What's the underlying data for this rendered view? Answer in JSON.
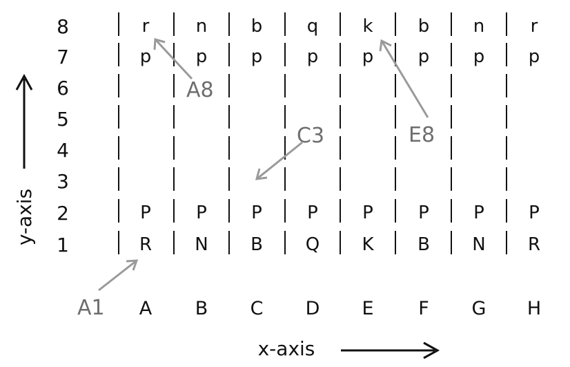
{
  "ranks": [
    "8",
    "7",
    "6",
    "5",
    "4",
    "3",
    "2",
    "1"
  ],
  "files": [
    "A",
    "B",
    "C",
    "D",
    "E",
    "F",
    "G",
    "H"
  ],
  "board": [
    [
      "r",
      "n",
      "b",
      "q",
      "k",
      "b",
      "n",
      "r"
    ],
    [
      "p",
      "p",
      "p",
      "p",
      "p",
      "p",
      "p",
      "p"
    ],
    [
      "",
      "",
      "",
      "",
      "",
      "",
      "",
      ""
    ],
    [
      "",
      "",
      "",
      "",
      "",
      "",
      "",
      ""
    ],
    [
      "",
      "",
      "",
      "",
      "",
      "",
      "",
      ""
    ],
    [
      "",
      "",
      "",
      "",
      "",
      "",
      "",
      ""
    ],
    [
      "P",
      "P",
      "P",
      "P",
      "P",
      "P",
      "P",
      "P"
    ],
    [
      "R",
      "N",
      "B",
      "Q",
      "K",
      "B",
      "N",
      "R"
    ]
  ],
  "axes": {
    "x_label": "x-axis",
    "y_label": "y-axis"
  },
  "callouts": [
    {
      "label": "A8",
      "target_square": "A8"
    },
    {
      "label": "E8",
      "target_square": "E8"
    },
    {
      "label": "C3",
      "target_square": "C3"
    },
    {
      "label": "A1",
      "target_square": "A1"
    }
  ],
  "colors": {
    "text": "#111111",
    "callout_text": "#6e6e6e",
    "callout_line": "#9a9a9a"
  }
}
